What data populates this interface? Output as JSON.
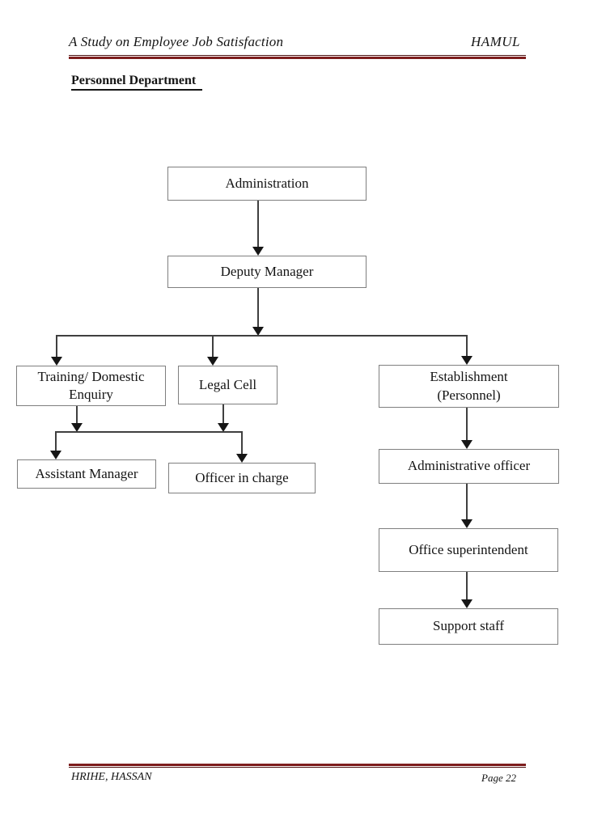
{
  "header": {
    "title": "A Study on Employee Job Satisfaction",
    "org": "HAMUL"
  },
  "section": {
    "title": "Personnel Department"
  },
  "org_chart": {
    "nodes": {
      "administration": {
        "label": "Administration"
      },
      "deputy_manager": {
        "label": "Deputy Manager"
      },
      "training_domestic_enquiry": {
        "lines": [
          "Training/ Domestic",
          "Enquiry"
        ]
      },
      "legal_cell": {
        "label": "Legal Cell"
      },
      "establishment_personnel": {
        "lines": [
          "Establishment",
          "(Personnel)"
        ]
      },
      "assistant_manager": {
        "label": "Assistant Manager"
      },
      "officer_in_charge": {
        "label": "Officer in charge"
      },
      "administrative_officer": {
        "label": "Administrative officer"
      },
      "office_superintendent": {
        "label": "Office superintendent"
      },
      "support_staff": {
        "label": "Support staff"
      }
    },
    "edges": [
      {
        "from": "Administration",
        "to": "Deputy Manager"
      },
      {
        "from": "Deputy Manager",
        "to": "Training/ Domestic Enquiry"
      },
      {
        "from": "Deputy Manager",
        "to": "Legal Cell"
      },
      {
        "from": "Deputy Manager",
        "to": "Establishment (Personnel)"
      },
      {
        "from": "Training/ Domestic Enquiry",
        "to": "Assistant Manager"
      },
      {
        "from": "Training/ Domestic Enquiry",
        "to": "Officer in charge"
      },
      {
        "from": "Legal Cell",
        "to": "Assistant Manager"
      },
      {
        "from": "Legal Cell",
        "to": "Officer in charge"
      },
      {
        "from": "Establishment (Personnel)",
        "to": "Administrative officer"
      },
      {
        "from": "Administrative officer",
        "to": "Office superintendent"
      },
      {
        "from": "Office superintendent",
        "to": "Support staff"
      }
    ]
  },
  "footer": {
    "left": "HRIHE, HASSAN",
    "right": "Page 22"
  },
  "colors": {
    "rule_maroon": "#7E1D1D",
    "rule_dark": "#4C1010",
    "box_border": "#7F7F7F",
    "connector": "#3F3F3F",
    "text": "#141414"
  }
}
